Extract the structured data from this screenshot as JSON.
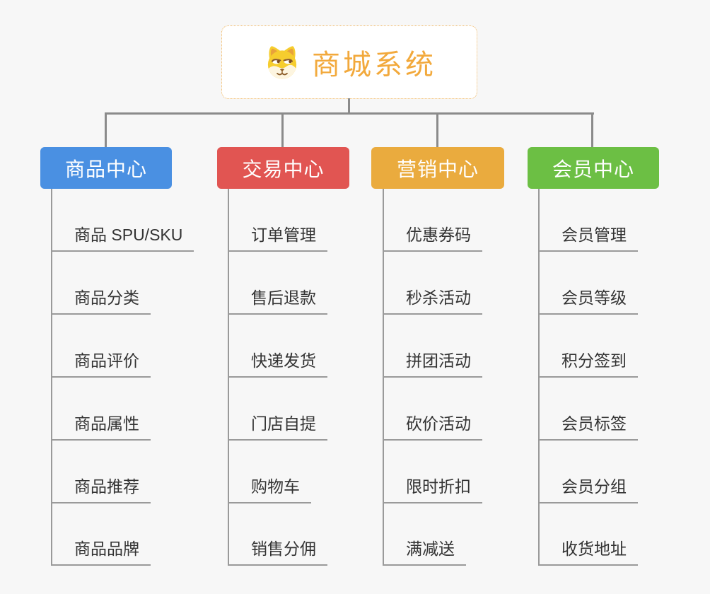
{
  "root": {
    "label": "商城系统",
    "color": "#f2a93c",
    "icon": "dog-icon"
  },
  "colors": {
    "background": "#f7f7f7",
    "main_connector": "#8b8b8b",
    "sub_connector": "#9a9a9a",
    "root_border": "#f0b763",
    "item_text": "#333333"
  },
  "branches": [
    {
      "label": "商品中心",
      "color": "#4a90e2",
      "items": [
        "商品 SPU/SKU",
        "商品分类",
        "商品评价",
        "商品属性",
        "商品推荐",
        "商品品牌"
      ]
    },
    {
      "label": "交易中心",
      "color": "#e15552",
      "items": [
        "订单管理",
        "售后退款",
        "快递发货",
        "门店自提",
        "购物车",
        "销售分佣"
      ]
    },
    {
      "label": "营销中心",
      "color": "#eaab3e",
      "items": [
        "优惠券码",
        "秒杀活动",
        "拼团活动",
        "砍价活动",
        "限时折扣",
        "满减送"
      ]
    },
    {
      "label": "会员中心",
      "color": "#6cbf44",
      "items": [
        "会员管理",
        "会员等级",
        "积分签到",
        "会员标签",
        "会员分组",
        "收货地址"
      ]
    }
  ]
}
